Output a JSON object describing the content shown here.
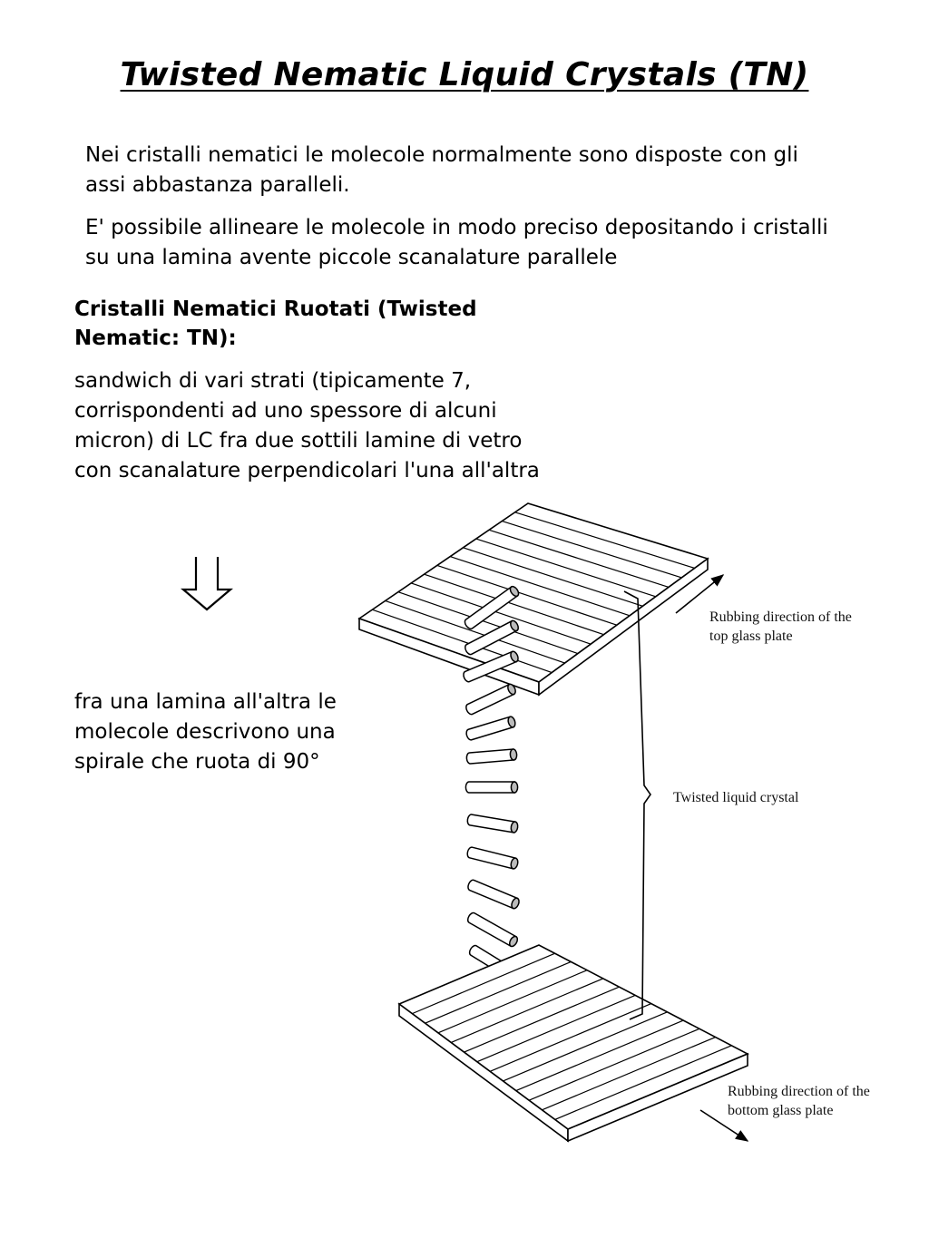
{
  "title": "Twisted Nematic Liquid Crystals (TN)",
  "intro": {
    "p1": "Nei cristalli nematici le molecole normalmente sono disposte con gli assi abbastanza paralleli.",
    "p2": "E' possibile allineare le molecole in modo preciso depositando i cristalli su una lamina avente piccole scanalature parallele"
  },
  "section": {
    "heading": "Cristalli Nematici Ruotati (Twisted Nematic: TN):",
    "body": "sandwich di vari strati (tipicamente 7, corrispondenti ad uno spessore di alcuni micron) di LC fra due sottili lamine di vetro con scanalature perpendicolari l'una all'altra"
  },
  "arrow_icon": "down-arrow-icon",
  "spiral_text": "fra una lamina all'altra le molecole descrivono una spirale che ruota di 90°",
  "diagram": {
    "label_top_line1": "Rubbing direction of the",
    "label_top_line2": "top glass plate",
    "label_middle": "Twisted liquid crystal",
    "label_bottom_line1": "Rubbing direction of the",
    "label_bottom_line2": "bottom glass plate"
  }
}
